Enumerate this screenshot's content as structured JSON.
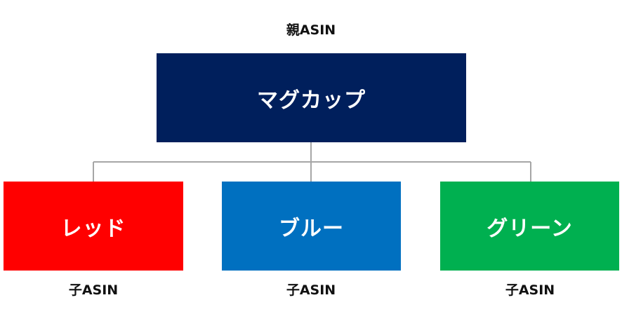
{
  "parent": {
    "caption": "親ASIN",
    "name": "マグカップ",
    "color": "#001F5C"
  },
  "children": [
    {
      "name": "レッド",
      "caption": "子ASIN",
      "color": "#FF0000"
    },
    {
      "name": "ブルー",
      "caption": "子ASIN",
      "color": "#0070C0"
    },
    {
      "name": "グリーン",
      "caption": "子ASIN",
      "color": "#00B050"
    }
  ],
  "connector_color": "#A6A6A6"
}
